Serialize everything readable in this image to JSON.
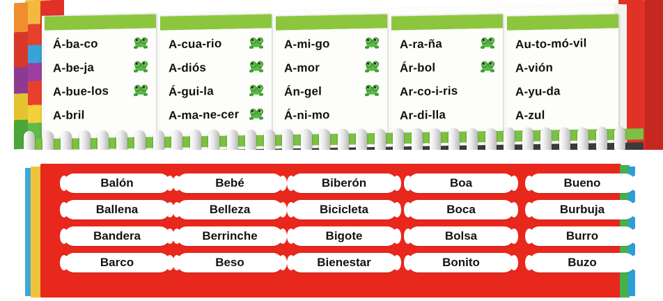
{
  "image": {
    "description": "Photo of a spiral-bound Spanish syllable learning flip book: upper half shows five vertical flip tabs with hyphenated words and small green frog stickers, lower half shows a red card with five columns of white word pills."
  },
  "colors": {
    "red_card": "#e8271d",
    "tab_top_green": "#8cc63e",
    "frog_green": "#58b947",
    "page_white": "#fdfdfb",
    "spiral_dark": "#3b3b3b",
    "blue_edge": "#3fa9d6",
    "yellow_edge": "#f0c43a"
  },
  "top_book": {
    "tabs": [
      {
        "name": "tab-a-1",
        "words": [
          "Á-ba-co",
          "A-be-ja",
          "A-bue-los",
          "A-bril"
        ],
        "frogs": [
          1,
          1,
          1,
          0
        ]
      },
      {
        "name": "tab-a-2",
        "words": [
          "A-cua-rio",
          "A-diós",
          "Á-gui-la",
          "A-ma-ne-cer"
        ],
        "frogs": [
          1,
          1,
          1,
          1
        ]
      },
      {
        "name": "tab-a-3",
        "words": [
          "A-mi-go",
          "A-mor",
          "Án-gel",
          "Á-ni-mo"
        ],
        "frogs": [
          1,
          1,
          1,
          0
        ]
      },
      {
        "name": "tab-a-4",
        "words": [
          "A-ra-ña",
          "Ár-bol",
          "Ar-co-i-ris",
          "Ar-di-lla"
        ],
        "frogs": [
          1,
          1,
          0,
          0
        ]
      },
      {
        "name": "tab-a-5",
        "words": [
          "Au-to-mó-vil",
          "A-vión",
          "A-yu-da",
          "A-zul"
        ],
        "frogs": [
          0,
          0,
          0,
          0
        ]
      }
    ]
  },
  "bottom_card": {
    "columns": [
      {
        "name": "column-ba",
        "words": [
          "Balón",
          "Ballena",
          "Bandera",
          "Barco"
        ]
      },
      {
        "name": "column-be",
        "words": [
          "Bebé",
          "Belleza",
          "Berrinche",
          "Beso"
        ]
      },
      {
        "name": "column-bi",
        "words": [
          "Biberón",
          "Bicicleta",
          "Bigote",
          "Bienestar"
        ]
      },
      {
        "name": "column-bo",
        "words": [
          "Boa",
          "Boca",
          "Bolsa",
          "Bonito"
        ]
      },
      {
        "name": "column-bu",
        "words": [
          "Bueno",
          "Burbuja",
          "Burro",
          "Buzo"
        ]
      }
    ]
  }
}
